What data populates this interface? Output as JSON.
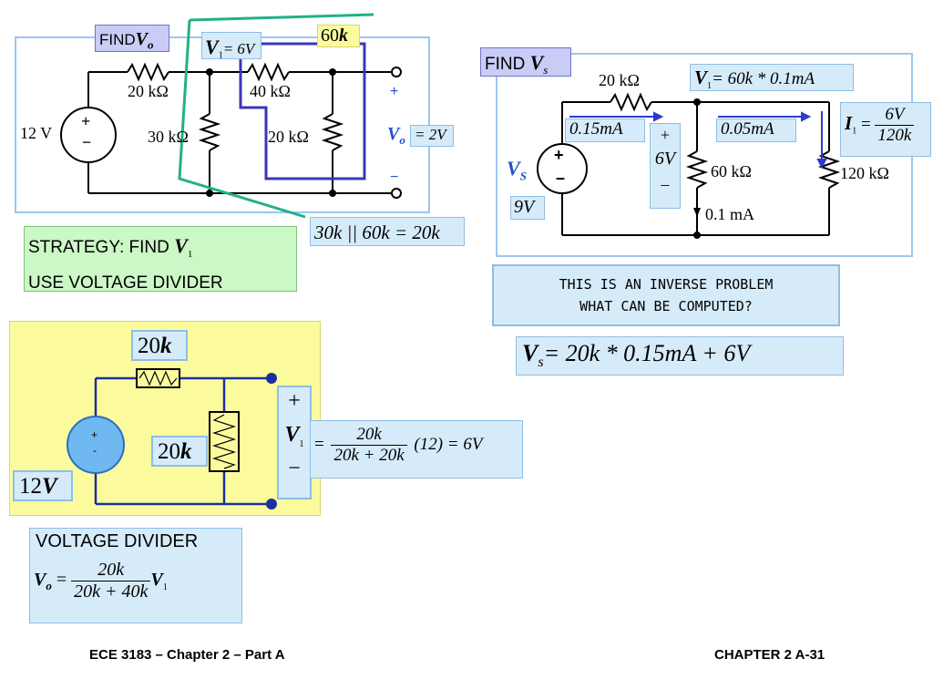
{
  "circuit1": {
    "find_label": "FIND",
    "find_var": "V",
    "find_sub": "o",
    "r1": "20 kΩ",
    "r2": "40 kΩ",
    "r3": "30 kΩ",
    "r4": "20 kΩ",
    "source": "12 V",
    "plus": "+",
    "minus": "−",
    "vo_var": "V",
    "vo_sub": "o",
    "vo_value": "= 2V",
    "v1_var": "V",
    "v1_sub": "1",
    "v1_value": "= 6V",
    "k60_num": "60",
    "k60_unit": "k",
    "parallel_text": "30k || 60k = 20k"
  },
  "strategy": {
    "line1_text": "STRATEGY:  FIND",
    "line1_var": "V",
    "line1_sub": "1",
    "line2": "USE  VOLTAGE  DIVIDER"
  },
  "circuit2": {
    "top_resistor_num": "20",
    "top_resistor_unit": "k",
    "mid_resistor_num": "20",
    "mid_resistor_unit": "k",
    "source_num": "12",
    "source_unit": "V",
    "plus": "+",
    "minus": "−",
    "src_plus": "+",
    "src_minus": "-",
    "v1_var": "V",
    "v1_sub": "1",
    "eq_lhs": "=",
    "eq_num": "20k",
    "eq_den": "20k + 20k",
    "eq_rhs": "(12) = 6V"
  },
  "divider": {
    "title": "VOLTAGE  DIVIDER",
    "lhs_var": "V",
    "lhs_sub": "o",
    "num": "20k",
    "den": "20k + 40k",
    "rhs_var": "V",
    "rhs_sub": "1"
  },
  "circuit3": {
    "find_label": "FIND",
    "find_var": "V",
    "find_sub": "s",
    "r1": "20 kΩ",
    "r2": "60 kΩ",
    "r3": "120 kΩ",
    "current_label": "0.1 mA",
    "vs_var": "V",
    "vs_sub": "S",
    "vs_value": "9V",
    "i_in": "0.15mA",
    "i_mid": "0.05mA",
    "v_plus": "+",
    "v_value": "6V",
    "v_minus": "–",
    "v1_eq_var": "V",
    "v1_eq_sub": "1",
    "v1_eq_rhs": "= 60k * 0.1mA",
    "i1_var": "I",
    "i1_sub": "1",
    "i1_num": "6V",
    "i1_den": "120k"
  },
  "inverse": {
    "line1": "THIS IS AN INVERSE PROBLEM",
    "line2": "WHAT CAN BE COMPUTED?"
  },
  "vs_equation": {
    "var": "V",
    "sub": "s",
    "rhs": "= 20k * 0.15mA + 6V"
  },
  "footer": {
    "left": "ECE 3183 – Chapter 2 – Part A",
    "right": "CHAPTER 2 A-31"
  }
}
